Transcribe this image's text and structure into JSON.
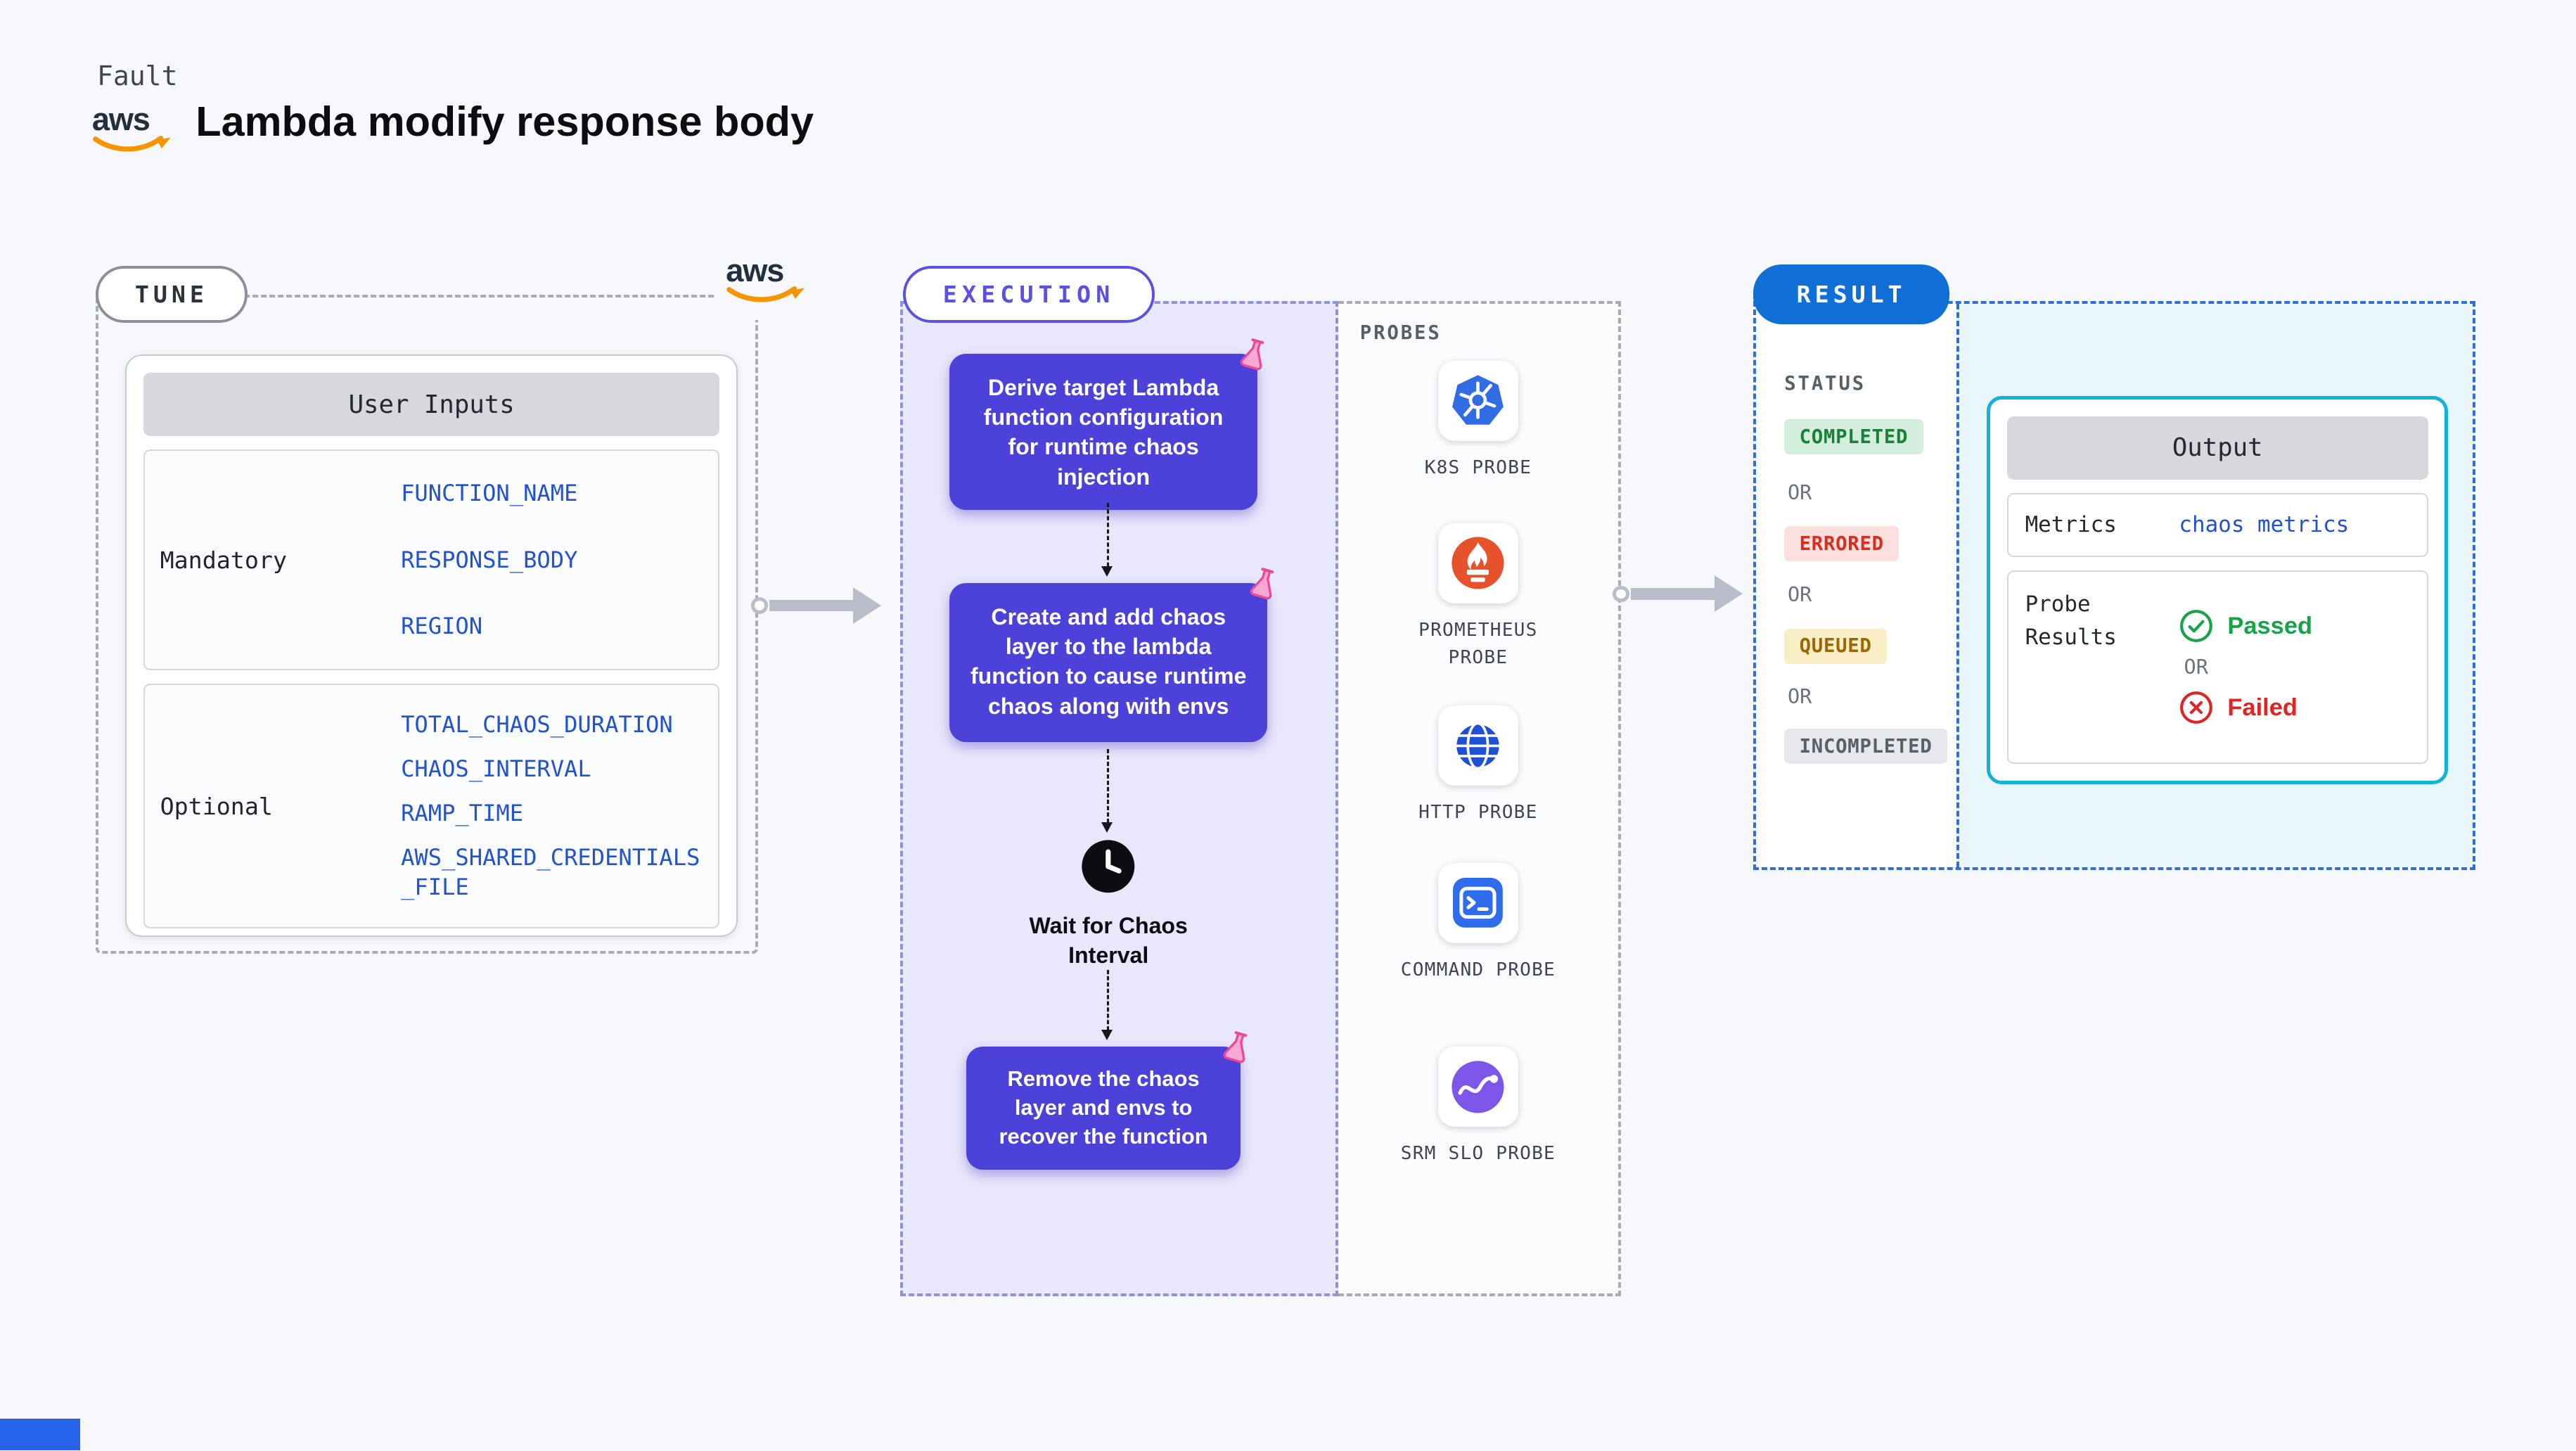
{
  "header": {
    "kind_label": "Fault",
    "title": "Lambda modify response body",
    "aws_logo_text": "aws"
  },
  "tune": {
    "badge": "TUNE",
    "user_inputs": {
      "header": "User Inputs",
      "mandatory_label": "Mandatory",
      "mandatory_items": [
        "FUNCTION_NAME",
        "RESPONSE_BODY",
        "REGION"
      ],
      "optional_label": "Optional",
      "optional_items": [
        "TOTAL_CHAOS_DURATION",
        "CHAOS_INTERVAL",
        "RAMP_TIME",
        "AWS_SHARED_CREDENTIALS_FILE"
      ]
    }
  },
  "execution": {
    "badge": "EXECUTION",
    "step1": "Derive target Lambda function configuration for runtime chaos injection",
    "step2": "Create and add chaos layer to the lambda function to cause runtime chaos along with envs",
    "wait_label": "Wait for Chaos Interval",
    "step3": "Remove the chaos layer and envs to recover the function"
  },
  "probes": {
    "title": "PROBES",
    "items": [
      {
        "label": "K8S PROBE",
        "icon": "kubernetes-icon"
      },
      {
        "label": "PROMETHEUS PROBE",
        "icon": "prometheus-icon"
      },
      {
        "label": "HTTP PROBE",
        "icon": "globe-icon"
      },
      {
        "label": "COMMAND PROBE",
        "icon": "terminal-icon"
      },
      {
        "label": "SRM SLO PROBE",
        "icon": "srm-slo-icon"
      }
    ]
  },
  "result": {
    "badge": "RESULT",
    "status_title": "STATUS",
    "or_label": "OR",
    "statuses": [
      {
        "label": "COMPLETED",
        "color": "#1a7f37"
      },
      {
        "label": "ERRORED",
        "color": "#d92d20"
      },
      {
        "label": "QUEUED",
        "color": "#9a6700"
      },
      {
        "label": "INCOMPLETED",
        "color": "#57606a"
      }
    ],
    "output": {
      "header": "Output",
      "metrics_label": "Metrics",
      "metrics_value": "chaos metrics",
      "probe_results_label": "Probe Results",
      "passed_label": "Passed",
      "failed_label": "Failed"
    }
  },
  "colors": {
    "page_background": "#f7f8fb",
    "flow_box_purple": "#4c42d9",
    "execution_area_lavender": "#e9e7fc",
    "result_badge_blue": "#0f6fd7",
    "result_border_blue": "#2f6fd6",
    "output_border_cyan": "#12b3d6",
    "input_text_blue": "#2353cc",
    "passed_green": "#16a34a",
    "failed_red": "#dc2626",
    "arrow_gray": "#b9bcc9",
    "aws_orange": "#f79400"
  }
}
